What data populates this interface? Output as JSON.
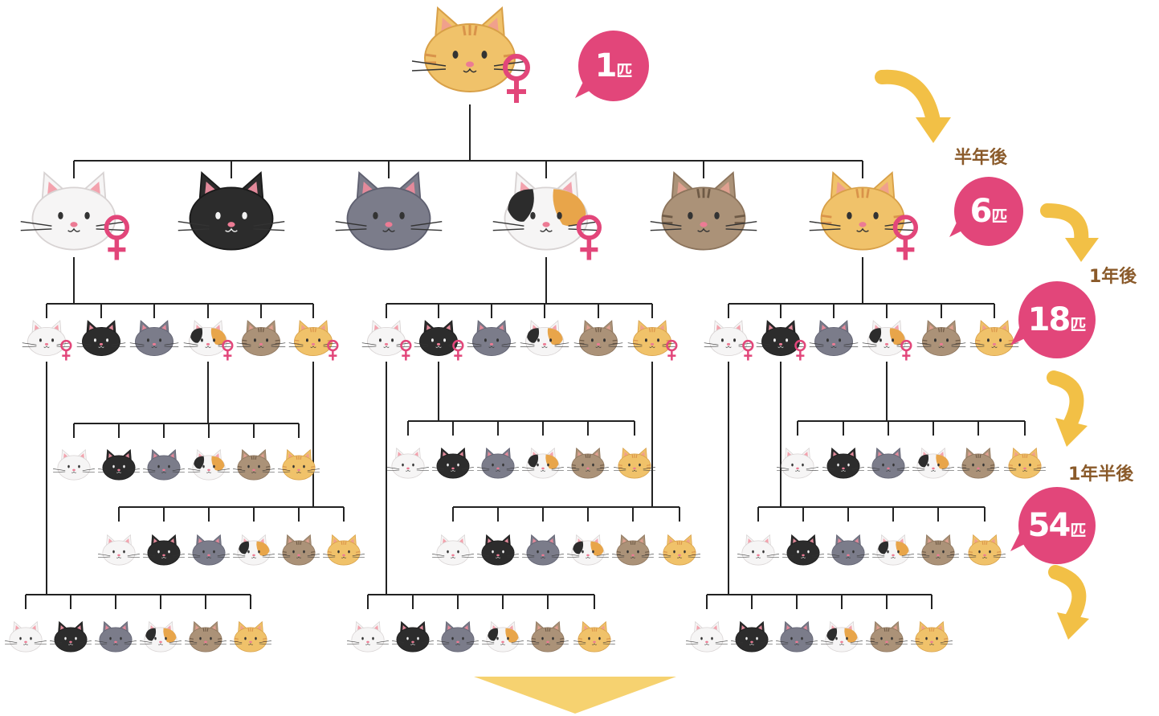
{
  "colors": {
    "female": "#e2467a",
    "arrow": "#f2c046",
    "label_text": "#8a5a2a",
    "line": "#222222",
    "down_arrow": "#f6d270"
  },
  "cat_palette": {
    "white": {
      "fill": "#f6f5f5",
      "ear": "#f3a2ad",
      "stroke": "#d8d3d3"
    },
    "black": {
      "fill": "#2c2c2c",
      "ear": "#e38a9b",
      "stroke": "#1a1a1a"
    },
    "gray": {
      "fill": "#7b7c8a",
      "ear": "#e38a9b",
      "stroke": "#5f6070"
    },
    "calico": {
      "fill": "#f6f5f5",
      "ear": "#f3a2ad",
      "stroke": "#d8d3d3"
    },
    "brown": {
      "fill": "#ab9278",
      "ear": "#e0a090",
      "stroke": "#8c745c"
    },
    "orange": {
      "fill": "#f0c26a",
      "ear": "#f0a08c",
      "stroke": "#d8a048"
    }
  },
  "top_cat": {
    "color": "orange",
    "female": true
  },
  "generation_1": [
    {
      "color": "white",
      "female": true
    },
    {
      "color": "black",
      "female": false
    },
    {
      "color": "gray",
      "female": false
    },
    {
      "color": "calico",
      "female": true
    },
    {
      "color": "brown",
      "female": false
    },
    {
      "color": "orange",
      "female": true
    }
  ],
  "counts": [
    {
      "number": "1",
      "unit": "匹"
    },
    {
      "number": "6",
      "unit": "匹"
    },
    {
      "number": "18",
      "unit": "匹"
    },
    {
      "number": "54",
      "unit": "匹"
    }
  ],
  "time_labels": [
    "半年後",
    "1年後",
    "1年半後"
  ]
}
